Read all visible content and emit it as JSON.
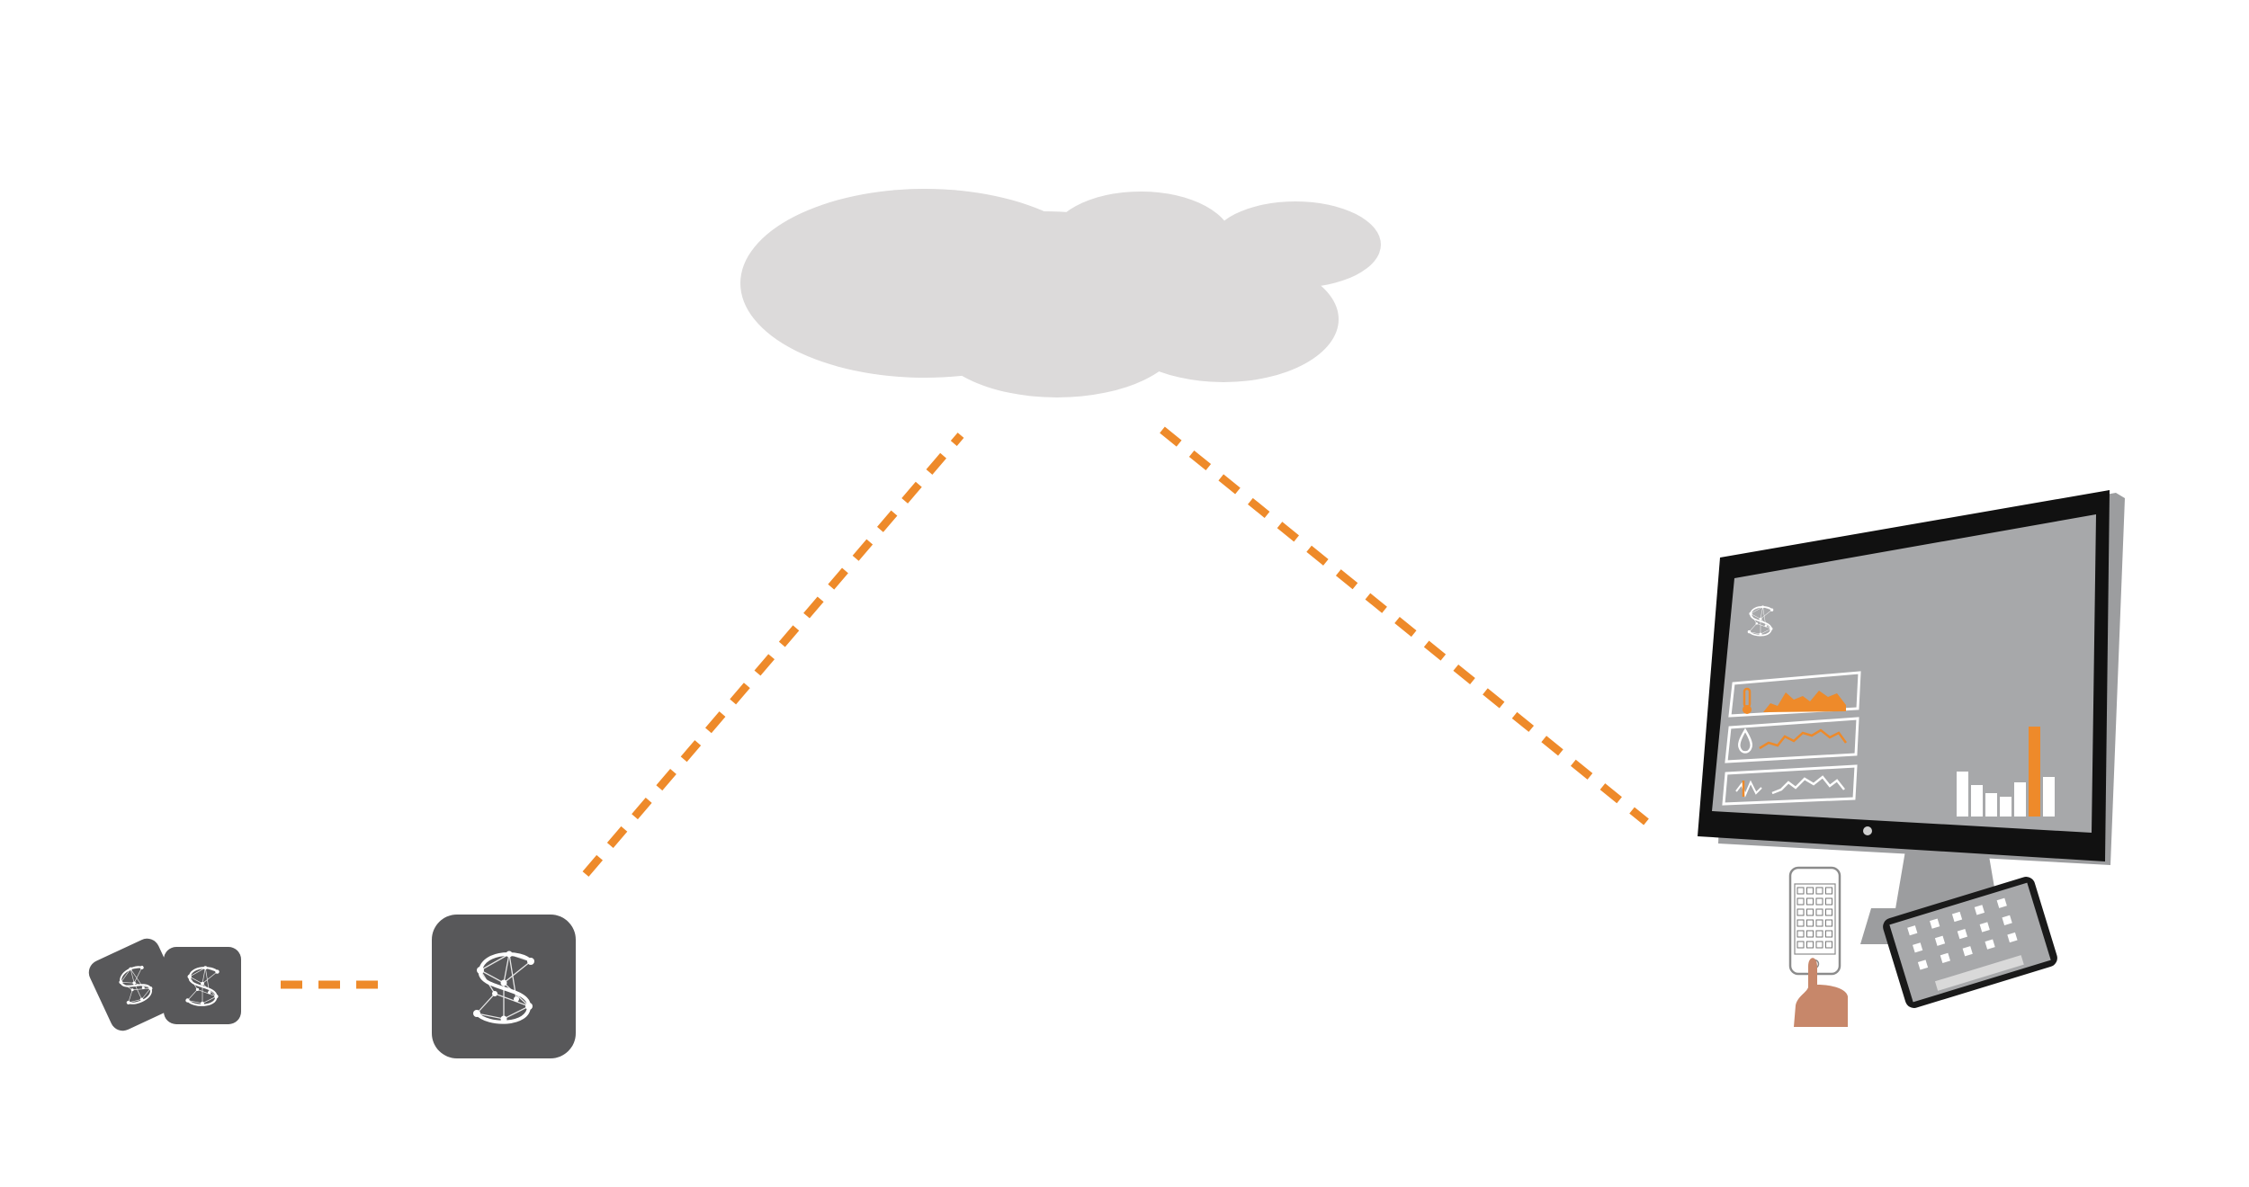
{
  "colors": {
    "connector": "#EE8A2A",
    "cloud": "#DCDADA",
    "tile": "#58585A",
    "tile_logo": "#FFFFFF",
    "monitor_bezel": "#111111",
    "monitor_screen": "#A7A8AA",
    "monitor_stand": "#9C9D9F",
    "chart_white": "#FFFFFF",
    "chart_accent": "#EE8A2A",
    "finger": "#C7876A"
  },
  "nodes": {
    "cloud": {
      "icon": "cloud-shape"
    },
    "sensors": {
      "icon": "s-logo-tile",
      "count": 2
    },
    "hub": {
      "icon": "s-logo-tile"
    },
    "dashboard": {
      "icon": "desktop-monitor",
      "widgets": [
        "thermometer-icon",
        "water-drop-icon",
        "waveform-icon"
      ]
    },
    "phone": {
      "icon": "smartphone"
    },
    "tablet": {
      "icon": "tablet"
    }
  },
  "connections": [
    {
      "from": "sensors",
      "to": "hub",
      "style": "dashed"
    },
    {
      "from": "hub",
      "to": "cloud",
      "style": "dashed"
    },
    {
      "from": "cloud",
      "to": "dashboard",
      "style": "dashed"
    }
  ],
  "screen_bar_chart": {
    "values": [
      0.5,
      0.35,
      0.26,
      0.22,
      0.38,
      1.0,
      0.44
    ],
    "highlight_index": 5
  }
}
